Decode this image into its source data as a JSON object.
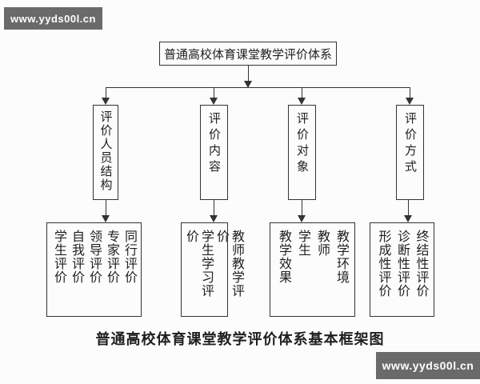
{
  "watermarks": {
    "top": "www.yyds00l.cn",
    "bottom": "www.yyds00l.cn"
  },
  "root": {
    "title": "普通高校体育课堂教学评价体系"
  },
  "branches": [
    {
      "label": "评价人员结构",
      "items": [
        "学生评价",
        "自我评价",
        "领导评价",
        "专家评价",
        "同行评价"
      ]
    },
    {
      "label": "评价内容",
      "items": [
        "学生学习评价",
        "教师教学评价"
      ]
    },
    {
      "label": "评价对象",
      "items": [
        "教学效果",
        "学生",
        "教师",
        "教学环境"
      ]
    },
    {
      "label": "评价方式",
      "items": [
        "形成性评价",
        "诊断性评价",
        "终结性评价"
      ]
    }
  ],
  "caption": "普通高校体育课堂教学评价体系基本框架图",
  "colors": {
    "background": "#fcfcfc",
    "line": "#333333",
    "watermark_bg": "#6a6a6a",
    "watermark_text": "#ffffff"
  }
}
